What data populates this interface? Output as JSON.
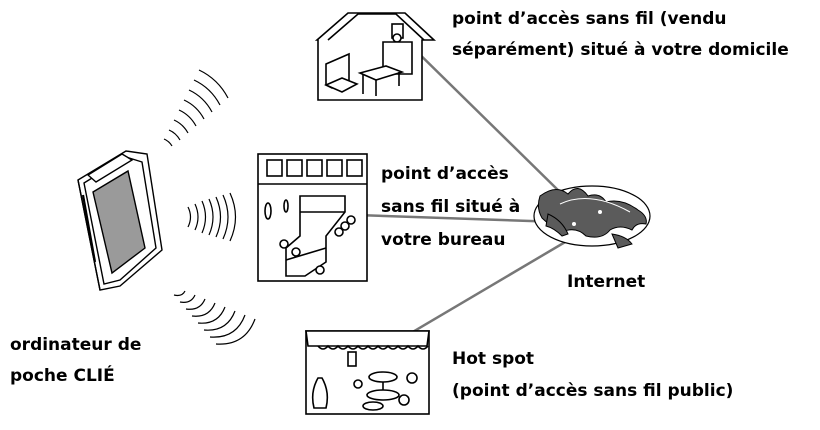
{
  "labels": {
    "home_ap": [
      "point d’accès sans fil (vendu",
      "séparément) situé à votre domicile"
    ],
    "office_ap": [
      "point d’accès",
      "sans fil situé à",
      "votre bureau"
    ],
    "internet": "Internet",
    "hotspot": [
      "Hot spot",
      "(point d’accès sans fil public)"
    ],
    "clie": [
      "ordinateur de",
      "poche CLIÉ"
    ]
  },
  "colors": {
    "line": "#000000",
    "link": "#777777",
    "fill": "#ffffff",
    "screen": "#9a9a9a",
    "globe": "#5b5b5b"
  },
  "icons": [
    "clie-handheld-icon",
    "wifi-waves-icon",
    "house-icon",
    "office-icon",
    "globe-icon",
    "hotspot-cafe-icon"
  ]
}
